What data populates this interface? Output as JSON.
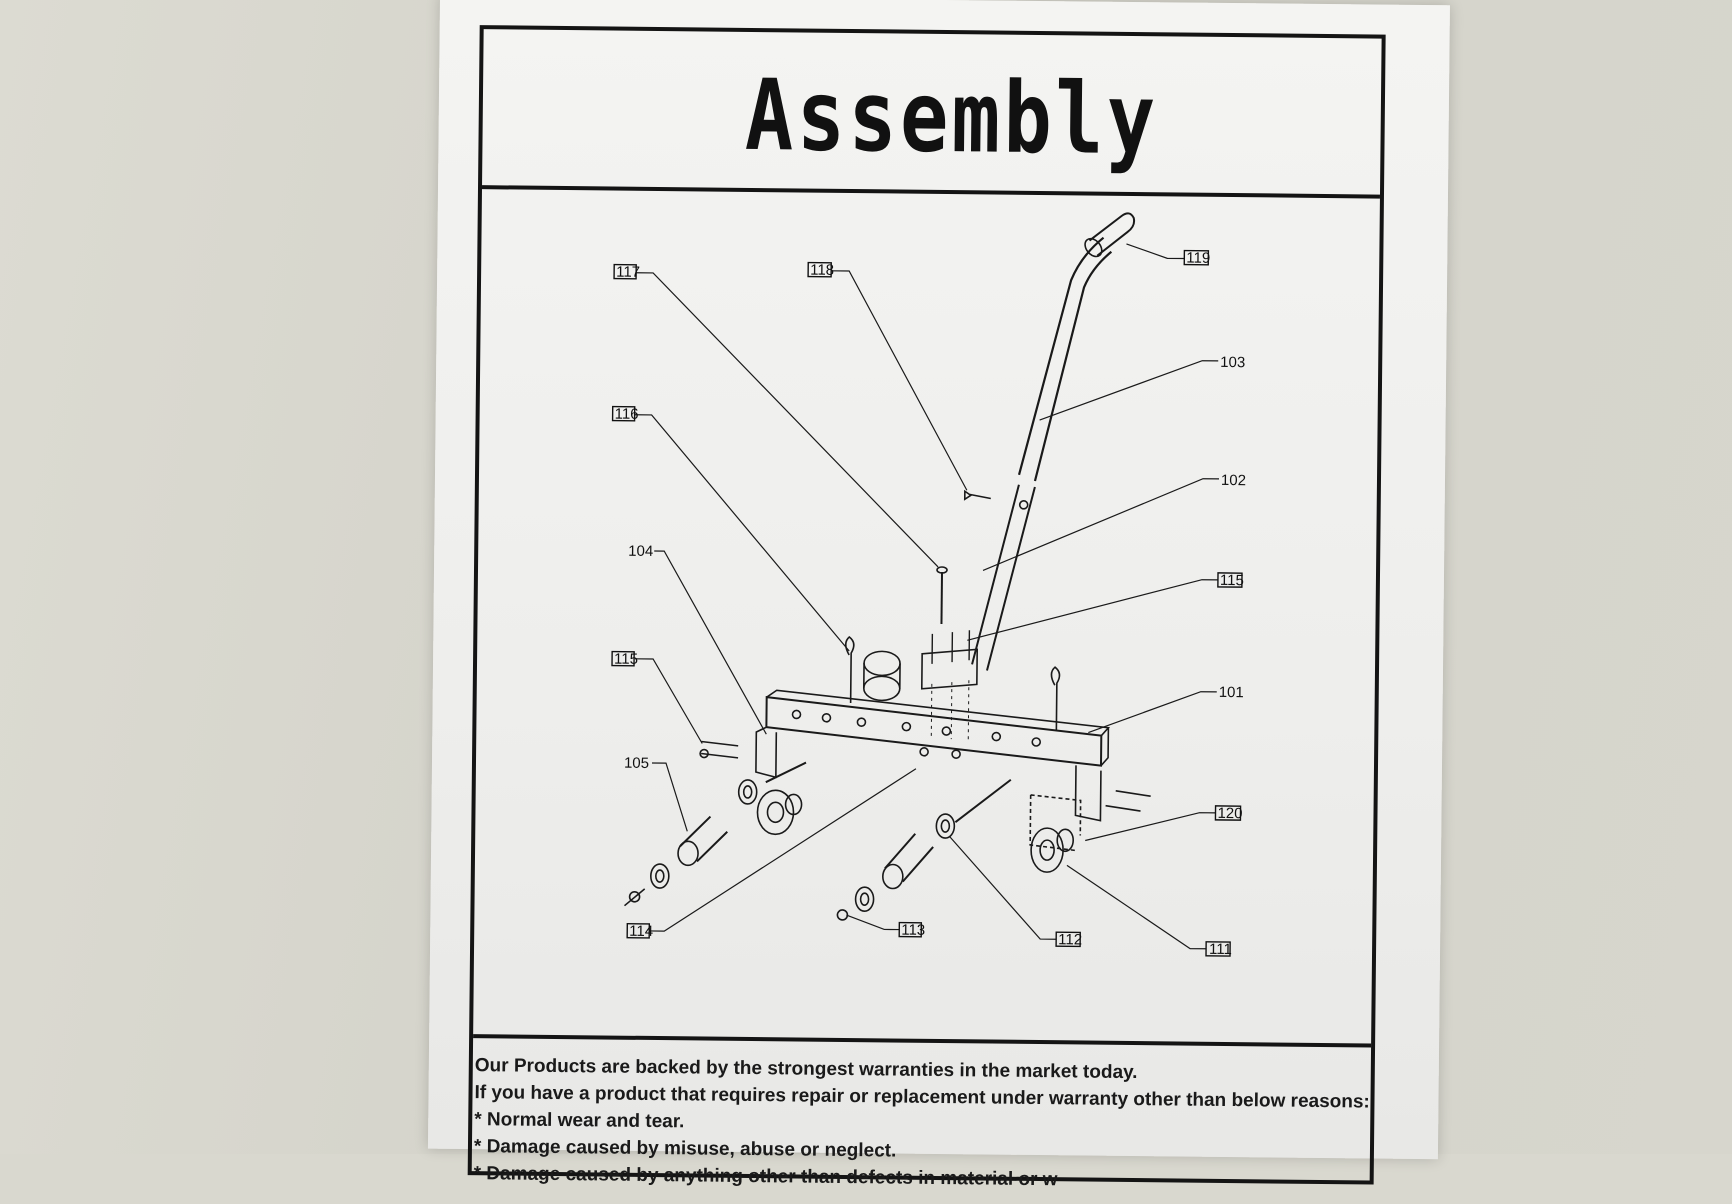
{
  "title": "Assembly",
  "callouts": {
    "c117": "117",
    "c118": "118",
    "c119": "119",
    "c103": "103",
    "c116": "116",
    "c102": "102",
    "c104": "104",
    "c115a": "115",
    "c115b": "115",
    "c101": "101",
    "c105": "105",
    "c120": "120",
    "c114": "114",
    "c113": "113",
    "c112": "112",
    "c111": "111"
  },
  "notes": {
    "line1": "Our Products are backed by the strongest warranties in the market today.",
    "line2": "If you have a product that requires repair or replacement under warranty other than below reasons:",
    "line3": "* Normal wear and tear.",
    "line4": "* Damage caused by misuse, abuse or neglect.",
    "line5": "* Damage caused by anything other than defects in material or w"
  },
  "colors": {
    "ink": "#141414",
    "paper": "#f1f1ef",
    "surface": "#d9d8cf"
  }
}
